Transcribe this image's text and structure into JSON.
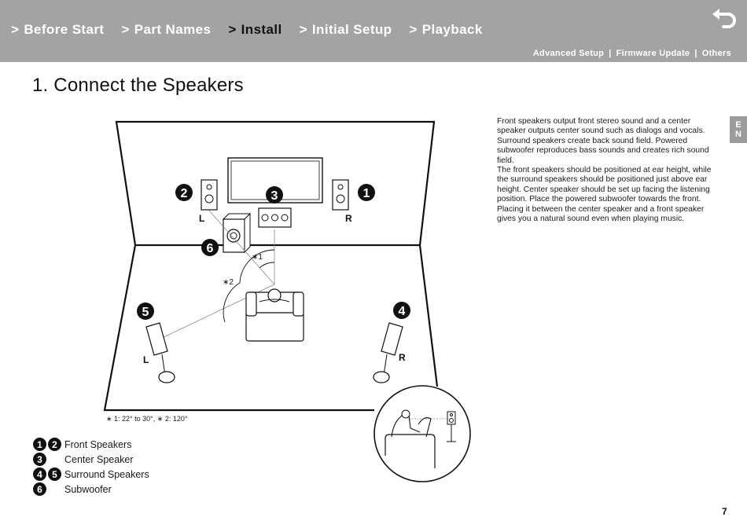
{
  "header": {
    "nav": [
      {
        "prefix": ">",
        "label": "Before Start",
        "active": false
      },
      {
        "prefix": ">",
        "label": "Part Names",
        "active": false
      },
      {
        "prefix": ">",
        "label": "Install",
        "active": true
      },
      {
        "prefix": ">",
        "label": "Initial Setup",
        "active": false
      },
      {
        "prefix": ">",
        "label": "Playback",
        "active": false
      }
    ],
    "subnav": [
      "Advanced Setup",
      "Firmware Update",
      "Others"
    ],
    "subnav_separator": "|",
    "back_icon": "return-arrow-icon"
  },
  "page": {
    "title": "1. Connect the Speakers",
    "lang_tab": [
      "E",
      "N"
    ],
    "page_number": "7"
  },
  "description": [
    "Front speakers output front stereo sound and a center speaker outputs center sound such as dialogs and vocals. Surround speakers create back sound field. Powered subwoofer reproduces bass sounds and creates rich sound field.",
    "The front speakers should be positioned at ear height, while the surround speakers should be positioned just above ear height. Center speaker should be set up facing the listening position. Place the powered subwoofer towards the front. Placing it between the center speaker and a front speaker gives you a natural sound even when playing music."
  ],
  "diagram": {
    "labels": {
      "front_left": "L",
      "front_right": "R",
      "surround_left": "L",
      "surround_right": "R",
      "angle1": "∗1",
      "angle2": "∗2"
    },
    "badges": [
      "1",
      "2",
      "3",
      "4",
      "5",
      "6"
    ],
    "footnote": "∗ 1: 22° to 30°, ∗ 2: 120°"
  },
  "legend": [
    {
      "badges": [
        "1",
        "2"
      ],
      "label": "Front Speakers"
    },
    {
      "badges": [
        "3"
      ],
      "label": "Center Speaker"
    },
    {
      "badges": [
        "4",
        "5"
      ],
      "label": "Surround Speakers"
    },
    {
      "badges": [
        "6"
      ],
      "label": "Subwoofer"
    }
  ],
  "colors": {
    "header_bg": "#a3a3a3",
    "header_text": "#ffffff",
    "active_nav": "#111111",
    "lang_tab_bg": "#9c9c9c"
  }
}
